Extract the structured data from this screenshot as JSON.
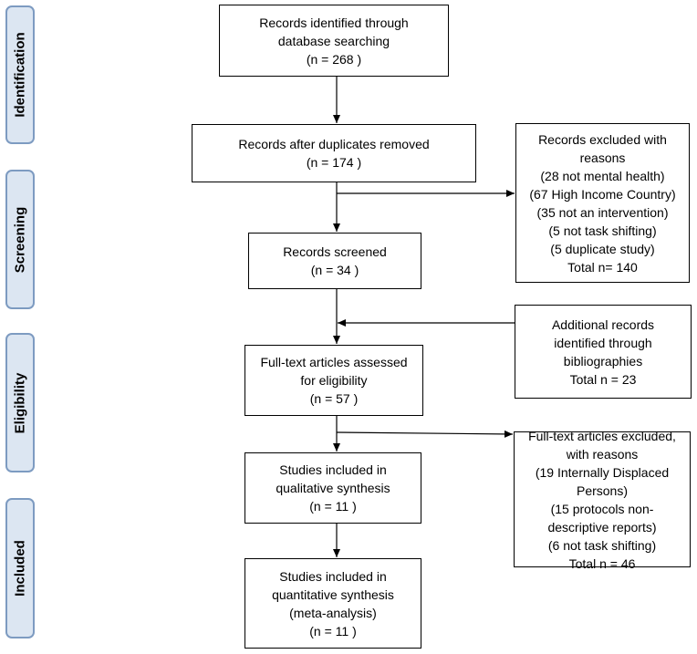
{
  "phases": {
    "identification": "Identification",
    "screening": "Screening",
    "eligibility": "Eligibility",
    "included": "Included"
  },
  "boxes": {
    "identified": {
      "lines": [
        "Records identified through",
        "database searching",
        "(n = 268   )"
      ]
    },
    "after_duplicates": {
      "lines": [
        "Records after duplicates removed",
        "(n = 174   )"
      ]
    },
    "screened": {
      "lines": [
        "Records screened",
        "(n = 34  )"
      ]
    },
    "full_text_assessed": {
      "lines": [
        "Full-text articles assessed",
        "for eligibility",
        "(n = 57  )"
      ]
    },
    "qualitative": {
      "lines": [
        "Studies included in",
        "qualitative synthesis",
        "(n = 11   )"
      ]
    },
    "quantitative": {
      "lines": [
        "Studies included in",
        "quantitative synthesis",
        "(meta-analysis)",
        "(n = 11  )"
      ]
    }
  },
  "side_boxes": {
    "excluded_records": {
      "lines": [
        "Records excluded with",
        "reasons",
        "(28 not mental health)",
        "(67 High Income Country)",
        "(35 not an intervention)",
        "(5 not task shifting)",
        "(5 duplicate study)",
        "Total n= 140"
      ]
    },
    "additional_records": {
      "lines": [
        "Additional records",
        "identified through",
        "bibliographies",
        "Total n = 23"
      ]
    },
    "excluded_full_text": {
      "lines": [
        "Full-text articles excluded,",
        "with reasons",
        "(19 Internally Displaced",
        "Persons)",
        "(15 protocols non-",
        "descriptive reports)",
        "(6 not task shifting)",
        "Total n = 46"
      ]
    }
  },
  "colors": {
    "phase_fill": "#dce6f2",
    "phase_border": "#7d9bc1",
    "line": "#000000"
  }
}
